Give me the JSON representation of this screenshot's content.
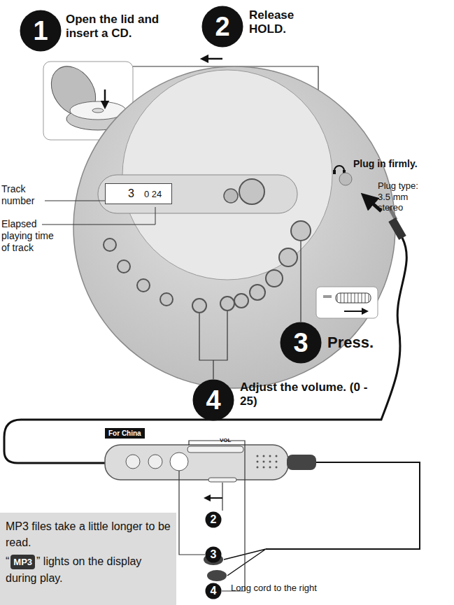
{
  "diagram": {
    "nodes": [
      {
        "text": [
          "3",
          "0 24"
        ]
      },
      {
        "text": [
          "1",
          "Open the lid and insert a CD."
        ]
      },
      {
        "text": [
          "2",
          "Release HOLD."
        ]
      },
      {
        "text": [
          "3",
          "Press."
        ]
      },
      {
        "text": [
          "4",
          "Adjust the volume. (0 - 25)"
        ]
      },
      {
        "text": [
          "For China"
        ]
      },
      {
        "text": [
          "2"
        ]
      },
      {
        "text": [
          "3"
        ]
      },
      {
        "text": [
          "4"
        ]
      },
      {
        "text": [
          "MP3 files take a little longer to be read.",
          "“",
          "” lights on the display during play."
        ]
      },
      {
        "text": [
          "MP3"
        ],
        "in": 9
      }
    ],
    "labels": [
      "Track number",
      "Elapsed playing time of track",
      "Plug in firmly.",
      "Plug type: 3.5 mm stereo",
      "VOL",
      "Long cord to the right"
    ]
  }
}
